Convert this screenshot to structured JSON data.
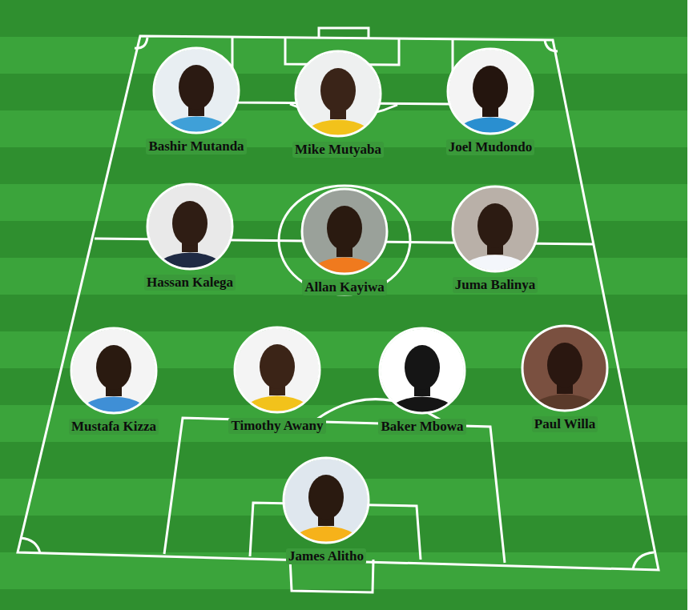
{
  "diagram": {
    "nodes": [
      {
        "text": [
          "Bashir Mutanda"
        ]
      },
      {
        "text": [
          "Mike Mutyaba"
        ]
      },
      {
        "text": [
          "Joel Mudondo"
        ]
      },
      {
        "text": [
          "Hassan Kalega"
        ]
      },
      {
        "text": [
          "Allan Kayiwa"
        ]
      },
      {
        "text": [
          "Juma Balinya"
        ]
      },
      {
        "text": [
          "Mustafa Kizza"
        ]
      },
      {
        "text": [
          "Timothy Awany"
        ]
      },
      {
        "text": [
          "Baker Mbowa"
        ]
      },
      {
        "text": [
          "Paul Willa"
        ]
      },
      {
        "text": [
          "James Alitho"
        ]
      }
    ]
  }
}
